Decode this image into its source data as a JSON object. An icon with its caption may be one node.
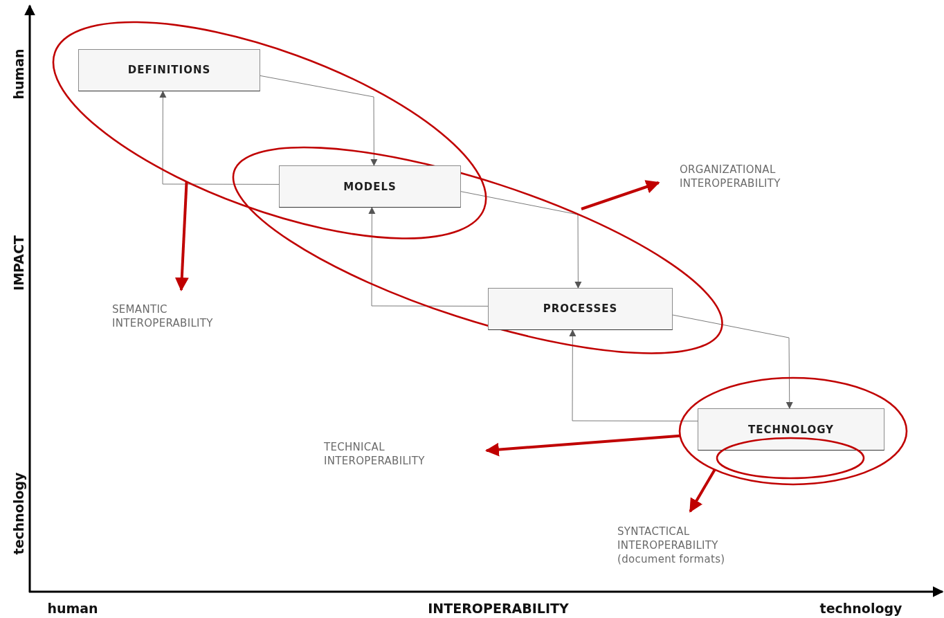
{
  "diagram": {
    "nodes": [
      {
        "text": [
          "DEFINITIONS"
        ],
        "in": 4
      },
      {
        "text": [
          "MODELS"
        ]
      },
      {
        "text": [
          "PROCESSES"
        ],
        "in": 5
      },
      {
        "text": [
          "TECHNOLOGY"
        ],
        "in": 6
      },
      {
        "text": [],
        "shape": "ellipse"
      },
      {
        "text": [],
        "shape": "ellipse"
      },
      {
        "text": [],
        "shape": "ellipse"
      },
      {
        "text": [],
        "shape": "ellipse",
        "in": 6
      },
      {
        "text": [
          "SEMANTIC INTEROPERABILITY"
        ]
      },
      {
        "text": [
          "ORGANIZATIONAL INTEROPERABILITY"
        ]
      },
      {
        "text": [
          "TECHNICAL INTEROPERABILITY"
        ]
      },
      {
        "text": [
          "SYNTACTICAL INTEROPERABILITY (document formats)"
        ]
      }
    ],
    "edges": [
      {
        "from": 0,
        "to": 1,
        "arrow": "to"
      },
      {
        "from": 1,
        "to": 0,
        "arrow": "to"
      },
      {
        "from": 1,
        "to": 2,
        "arrow": "to"
      },
      {
        "from": 2,
        "to": 1,
        "arrow": "to"
      },
      {
        "from": 2,
        "to": 3,
        "arrow": "to"
      },
      {
        "from": 3,
        "to": 2,
        "arrow": "to"
      },
      {
        "from": 4,
        "to": 8,
        "arrow": "to",
        "style": "thick",
        "color": "#c00000"
      },
      {
        "from": 5,
        "to": 9,
        "arrow": "to",
        "style": "thick",
        "color": "#c00000"
      },
      {
        "from": 6,
        "to": 10,
        "arrow": "to",
        "style": "thick",
        "color": "#c00000"
      },
      {
        "from": 6,
        "to": 11,
        "arrow": "to",
        "style": "thick",
        "color": "#c00000"
      }
    ],
    "labels": [
      "human",
      "IMPACT",
      "technology",
      "human",
      "INTEROPERABILITY",
      "technology"
    ]
  }
}
